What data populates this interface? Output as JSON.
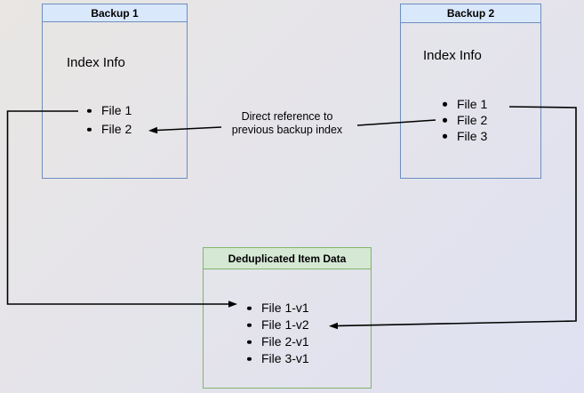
{
  "colors": {
    "background_from": "#e9e6e3",
    "background_to": "#dfe1f2",
    "blue_fill": "#dae8fc",
    "blue_stroke": "#6c8ebf",
    "green_fill": "#d5e8d4",
    "green_stroke": "#82b366",
    "arrow": "#000000"
  },
  "boxes": {
    "backup1": {
      "title": "Backup 1",
      "subtitle": "Index Info",
      "items": [
        "File 1",
        "File 2"
      ]
    },
    "backup2": {
      "title": "Backup 2",
      "subtitle": "Index Info",
      "items": [
        "File 1",
        "File 2",
        "File 3"
      ]
    },
    "dedup": {
      "title": "Deduplicated Item Data",
      "items": [
        "File 1-v1",
        "File 1-v2",
        "File 2-v1",
        "File 3-v1"
      ]
    }
  },
  "annotation": {
    "line1": "Direct reference to",
    "line2": "previous backup index"
  }
}
